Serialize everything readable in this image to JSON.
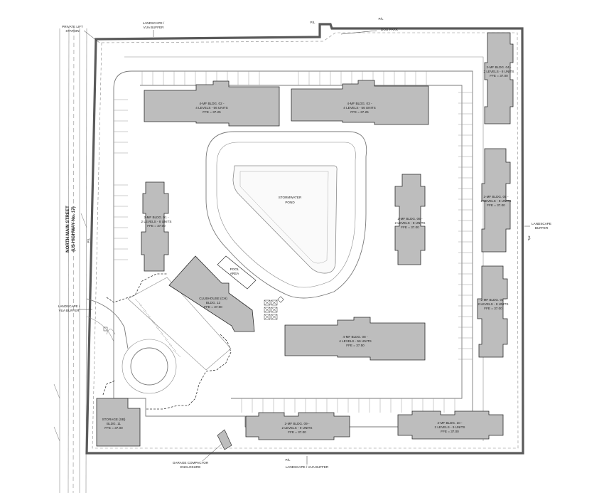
{
  "buildings": [
    {
      "id": "b02",
      "lines": [
        "4-MF BLDG. 02 -",
        "4 LEVELS - 56 UNITS",
        "FFE = 37.25"
      ]
    },
    {
      "id": "b03",
      "lines": [
        "4-MF BLDG. 03 -",
        "4 LEVELS - 56 UNITS",
        "FFE = 37.25"
      ]
    },
    {
      "id": "b04",
      "lines": [
        "2-MF BLDG. 04 -",
        "2 LEVELS - 8 UNITS",
        "FFE = 37.00"
      ]
    },
    {
      "id": "b01",
      "lines": [
        "2-MF BLDG. 01 -",
        "2 LEVELS - 8 UNITS",
        "FFE = 37.00"
      ]
    },
    {
      "id": "b05",
      "lines": [
        "2-MF BLDG. 05 -",
        "2 LEVELS - 8 UNITS",
        "FFE = 37.00"
      ]
    },
    {
      "id": "b06",
      "lines": [
        "2-MF BLDG. 06 -",
        "2 LEVELS - 8 UNITS",
        "FFE = 37.00"
      ]
    },
    {
      "id": "b07",
      "lines": [
        "2-MF BLDG. 07 -",
        "2 LEVELS - 8 UNITS",
        "FFE = 37.00"
      ]
    },
    {
      "id": "b08",
      "lines": [
        "4-MF BLDG. 08 -",
        "4 LEVELS - 56 UNITS",
        "FFE = 37.50"
      ]
    },
    {
      "id": "b09",
      "lines": [
        "2-MF BLDG. 09 -",
        "2 LEVELS - 9 UNITS",
        "FFE = 37.00"
      ]
    },
    {
      "id": "b10",
      "lines": [
        "2-MF BLDG. 10 -",
        "2 LEVELS - 9 UNITS",
        "FFE = 37.00"
      ]
    },
    {
      "id": "clubhouse",
      "lines": [
        "CLUBHOUSE (CH)",
        "BLDG. 12",
        "FFE = 37.00"
      ]
    },
    {
      "id": "storage",
      "lines": [
        "STORAGE (SB)",
        "BLDG. 11",
        "FFE = 37.00"
      ]
    }
  ],
  "features": {
    "pond": [
      "STORMWATER",
      "POND"
    ],
    "pool": [
      "POOL",
      "AREA"
    ],
    "dog_park": "DOG PARK",
    "lift_station": [
      "PRIVATE LIFT",
      "STATION"
    ],
    "landscape_top": [
      "LANDSCAPE /",
      "VUA BUFFER"
    ],
    "landscape_left": [
      "LANDSCAPE /",
      "VUA BUFFER"
    ],
    "landscape_right": [
      "LANDSCAPE",
      "BUFFER"
    ],
    "landscape_bottom": "LANDSCAPE / VUA BUFFER",
    "compactor": [
      "GARAGE COMPACTOR",
      "ENCLOSURE"
    ],
    "street": [
      "NORTH MAIN STREET",
      "(US HIGHWAY No. 17)"
    ],
    "property_line": "P/L"
  },
  "colors": {
    "building_fill": "#bdbdbd",
    "boundary": "#5a5a5a",
    "linework": "#8c8c8c"
  }
}
